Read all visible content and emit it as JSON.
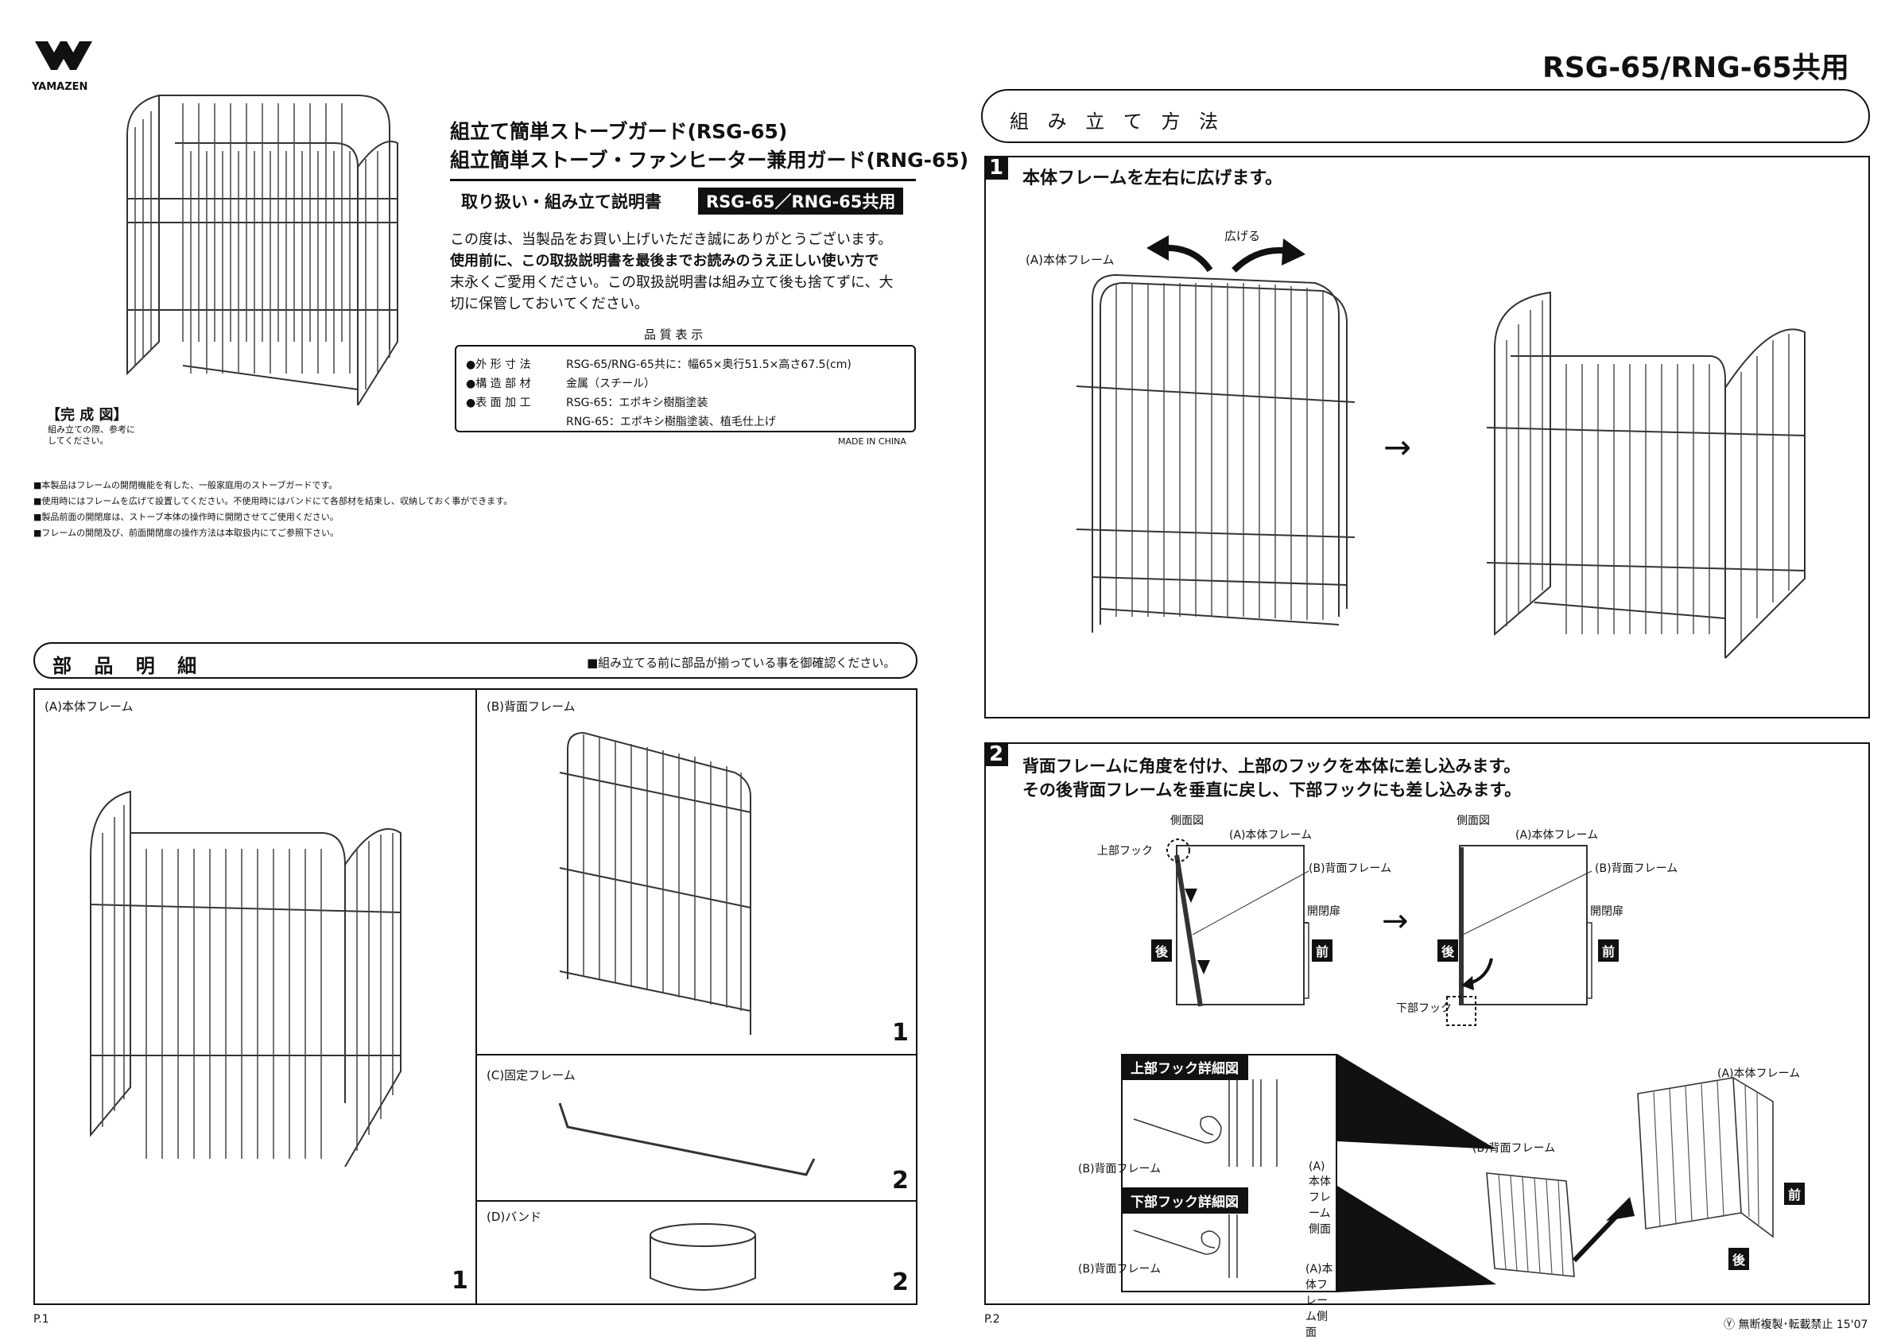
{
  "brand": {
    "name": "YAMAZEN"
  },
  "header_right": "RSG-65/RNG-65共用",
  "product": {
    "title_line1": "組立て簡単ストーブガード(RSG-65)",
    "title_line2": "組立簡単ストーブ・ファンヒーター兼用ガード(RNG-65)",
    "manual_label": "取り扱い・組み立て説明書",
    "manual_badge": "RSG-65／RNG-65共用",
    "intro_line1": "この度は、当製品をお買い上げいただき誠にありがとうございます。",
    "intro_line2": "使用前に、この取扱説明書を最後までお読みのうえ正しい使い方で",
    "intro_line3": "末永くご愛用ください。この取扱説明書は組み立て後も捨てずに、大",
    "intro_line4": "切に保管しておいてください。"
  },
  "complete_figure": {
    "label": "【完 成 図】",
    "note_line1": "組み立ての際、参考に",
    "note_line2": "してください。"
  },
  "quality": {
    "title": "品 質 表 示",
    "rows": [
      {
        "label": "●外 形 寸 法",
        "value": "RSG-65/RNG-65共に：幅65×奥行51.5×高さ67.5(cm)"
      },
      {
        "label": "●構 造 部 材",
        "value": "金属（スチール）"
      },
      {
        "label": "●表 面 加 工",
        "value": "RSG-65：エポキシ樹脂塗装"
      },
      {
        "label": "",
        "value": "RNG-65：エポキシ樹脂塗装、植毛仕上げ"
      }
    ],
    "made_in": "MADE IN CHINA"
  },
  "notes": [
    "■本製品はフレームの開閉機能を有した、一般家庭用のストーブガードです。",
    "■使用時にはフレームを広げて設置してください。不使用時にはバンドにて各部材を結束し、収納しておく事ができます。",
    "■製品前面の開閉扉は、ストーブ本体の操作時に開閉させてご使用ください。",
    "■フレームの開閉及び、前面開閉扉の操作方法は本取扱内にてご参照下さい。"
  ],
  "parts_section": {
    "title": "部 品 明 細",
    "note": "■組み立てる前に部品が揃っている事を御確認ください。",
    "parts": [
      {
        "label": "(A)本体フレーム",
        "qty": "1"
      },
      {
        "label": "(B)背面フレーム",
        "qty": "1"
      },
      {
        "label": "(C)固定フレーム",
        "qty": "2"
      },
      {
        "label": "(D)バンド",
        "qty": "2"
      }
    ]
  },
  "assembly_section": {
    "title": "組 み 立 て 方 法"
  },
  "step1": {
    "num": "1",
    "text": "本体フレームを左右に広げます。",
    "label_frame": "(A)本体フレーム",
    "label_spread": "広げる",
    "arrow": "→"
  },
  "step2": {
    "num": "2",
    "text_line1": "背面フレームに角度を付け、上部のフックを本体に差し込みます。",
    "text_line2": "その後背面フレームを垂直に戻し、下部フックにも差し込みます。",
    "side_view": "側面図",
    "top_hook": "上部フック",
    "bottom_hook": "下部フック",
    "frame_a": "(A)本体フレーム",
    "frame_b": "(B)背面フレーム",
    "door": "開閉扉",
    "back": "後",
    "front": "前",
    "arrow": "→",
    "top_detail": "上部フック詳細図",
    "bottom_detail": "下部フック詳細図",
    "frame_a_side": "(A)本体フレーム側面"
  },
  "footer": {
    "page1": "P.1",
    "page2": "P.2",
    "copyright": "Ⓨ 無断複製･転載禁止 15'07"
  }
}
